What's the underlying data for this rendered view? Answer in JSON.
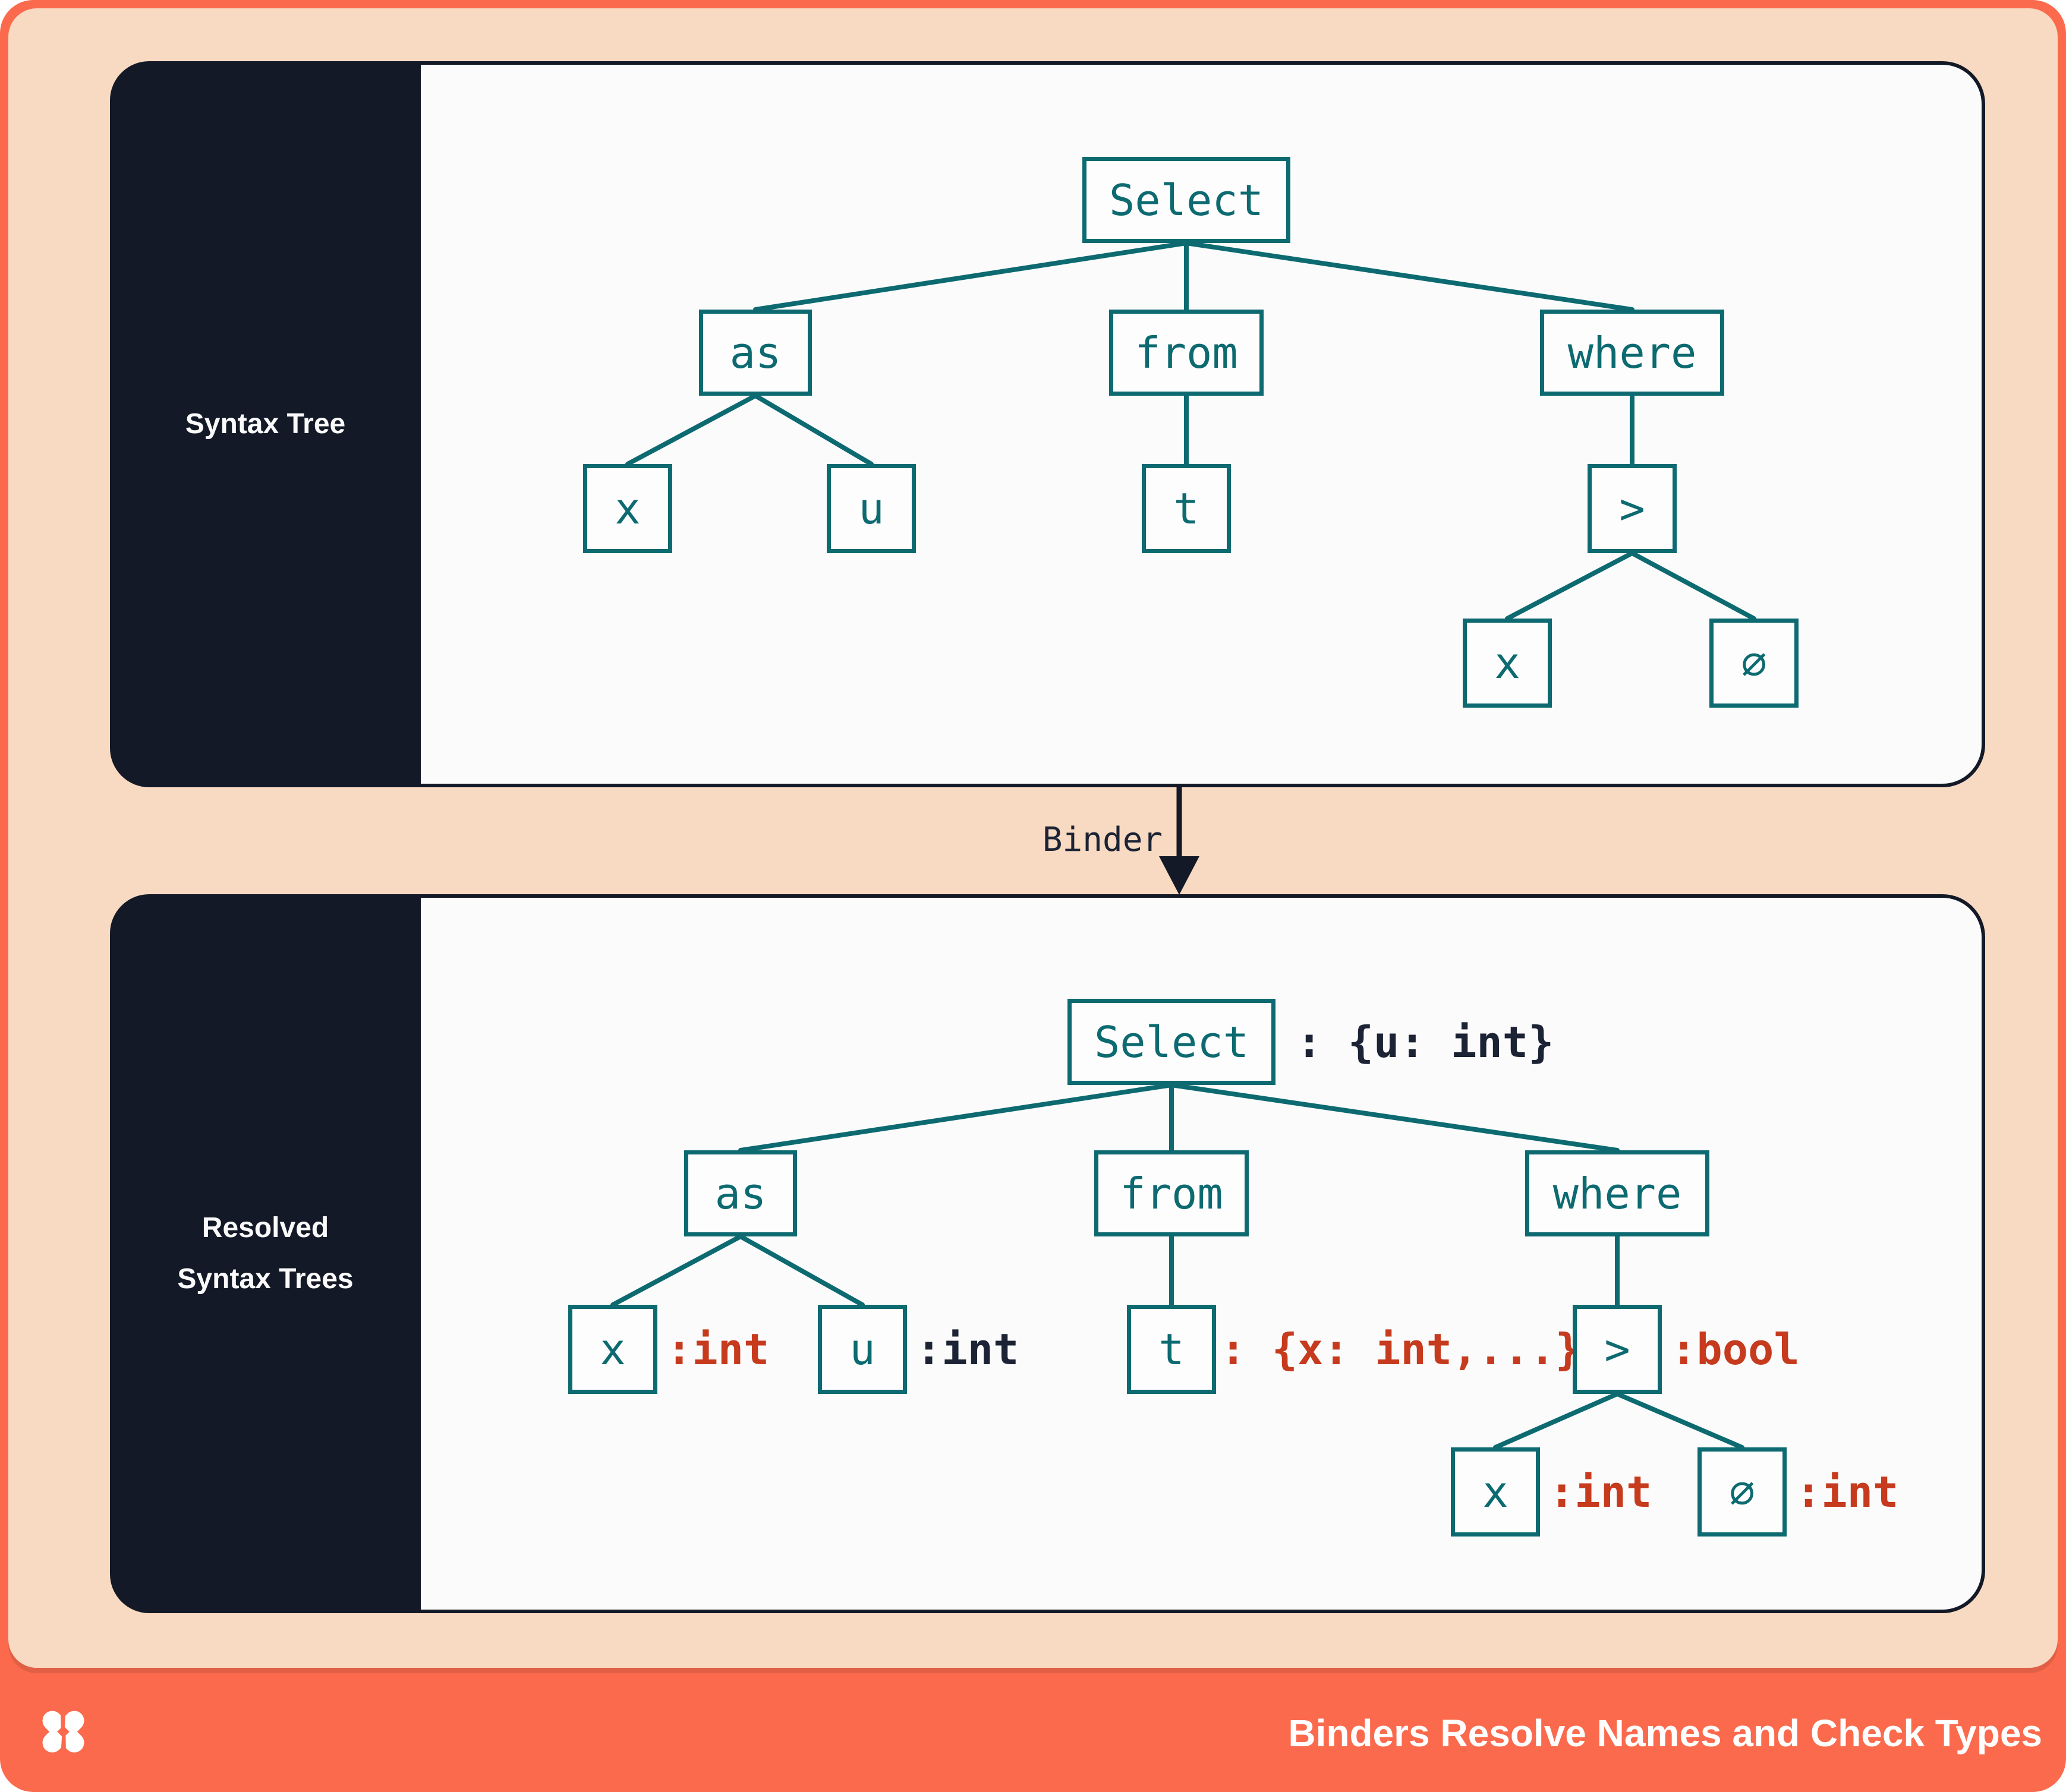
{
  "panels": {
    "syntax": {
      "sidebar_label": "Syntax Tree",
      "nodes": {
        "select": "Select",
        "as": "as",
        "from": "from",
        "where": "where",
        "x1": "x",
        "u": "u",
        "t": "t",
        "gt": ">",
        "x2": "x",
        "zero": "∅"
      }
    },
    "resolved": {
      "sidebar_label": "Resolved Syntax Trees",
      "nodes": {
        "select": "Select",
        "as": "as",
        "from": "from",
        "where": "where",
        "x1": "x",
        "u": "u",
        "t": "t",
        "gt": ">",
        "x2": "x",
        "zero": "∅"
      },
      "annotations": {
        "select": ": {u: int}",
        "x1": ":int",
        "u": ":int",
        "t": ": {x: int,...}",
        "gt": ":bool",
        "x2": ":int",
        "zero": ":int"
      }
    }
  },
  "arrow": {
    "label": "Binder"
  },
  "footer": {
    "title": "Binders Resolve Names and Check Types",
    "logo_icon": "pinwheel-x-logo"
  },
  "colors": {
    "teal": "#0C6A70",
    "navy": "#131926",
    "orange": "#FB6A4D",
    "peach": "#F8D9C2",
    "red": "#C63A1D",
    "panel_bg": "#FBFBFB"
  }
}
